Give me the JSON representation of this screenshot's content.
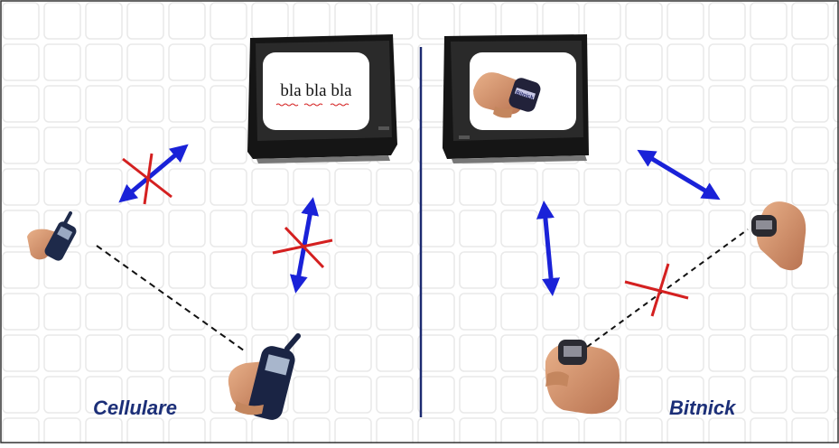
{
  "panels": {
    "left": {
      "label": "Cellulare"
    },
    "right": {
      "label": "Bitnick"
    }
  },
  "tv_left": {
    "screen_text": "bla bla bla"
  },
  "tv_right": {
    "device_text": "Bitnick"
  },
  "colors": {
    "arrow": "#1a22d8",
    "cross": "#d42020",
    "divider": "#1c2a70",
    "label": "#1c2f78",
    "grid": "#e6e6e6"
  },
  "icons": {
    "tv": "crt-tv-icon",
    "phone": "mobile-phone-icon",
    "bitnick_device": "bitnick-device-icon",
    "link_ok": "double-arrow-icon",
    "link_blocked": "cross-icon"
  }
}
